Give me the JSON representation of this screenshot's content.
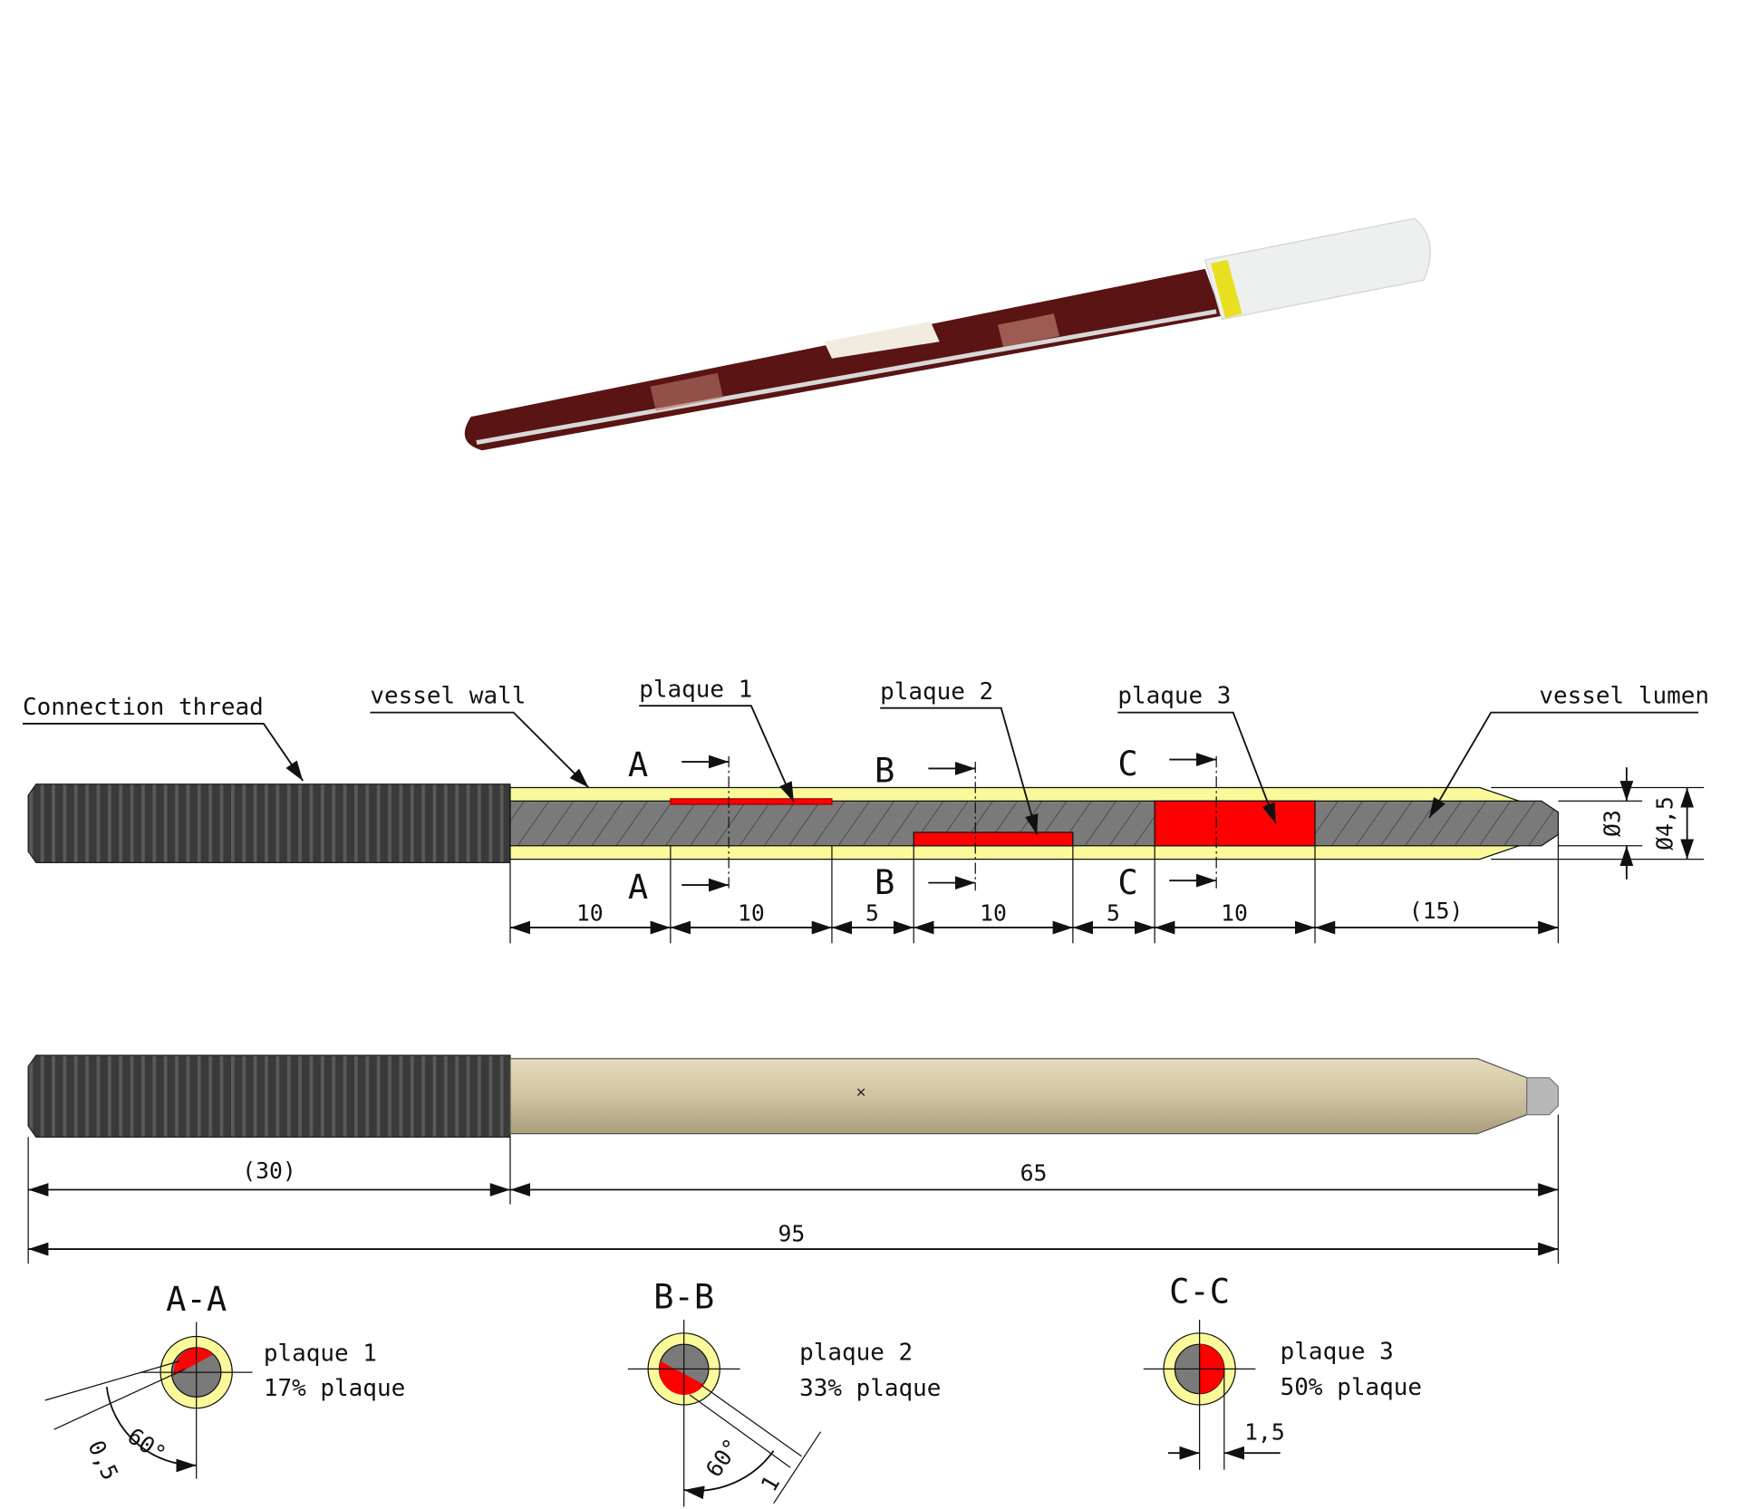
{
  "colors": {
    "vessel_wall": "#fafa9a",
    "lumen": "#7a7a7a",
    "plaque": "#ff0000",
    "thread": "#3a3a3a",
    "body": "#cfc3a0"
  },
  "labels": {
    "connection_thread": "Connection thread",
    "vessel_wall": "vessel wall",
    "plaque1": "plaque 1",
    "plaque2": "plaque 2",
    "plaque3": "plaque 3",
    "vessel_lumen": "vessel lumen"
  },
  "section_marks": {
    "a": "A",
    "b": "B",
    "c": "C"
  },
  "section_dims": [
    "10",
    "10",
    "5",
    "10",
    "5",
    "10",
    "(15)"
  ],
  "diameters": {
    "inner": "Ø3",
    "outer": "Ø4,5"
  },
  "overall_dims": {
    "thread": "(30)",
    "body": "65",
    "total": "95"
  },
  "cross_sections": [
    {
      "title": "A-A",
      "name": "plaque 1",
      "percent": "17% plaque",
      "angle": "60°",
      "dim": "0,5"
    },
    {
      "title": "B-B",
      "name": "plaque 2",
      "percent": "33% plaque",
      "angle": "60°",
      "dim": "1"
    },
    {
      "title": "C-C",
      "name": "plaque 3",
      "percent": "50% plaque",
      "dim": "1,5"
    }
  ]
}
